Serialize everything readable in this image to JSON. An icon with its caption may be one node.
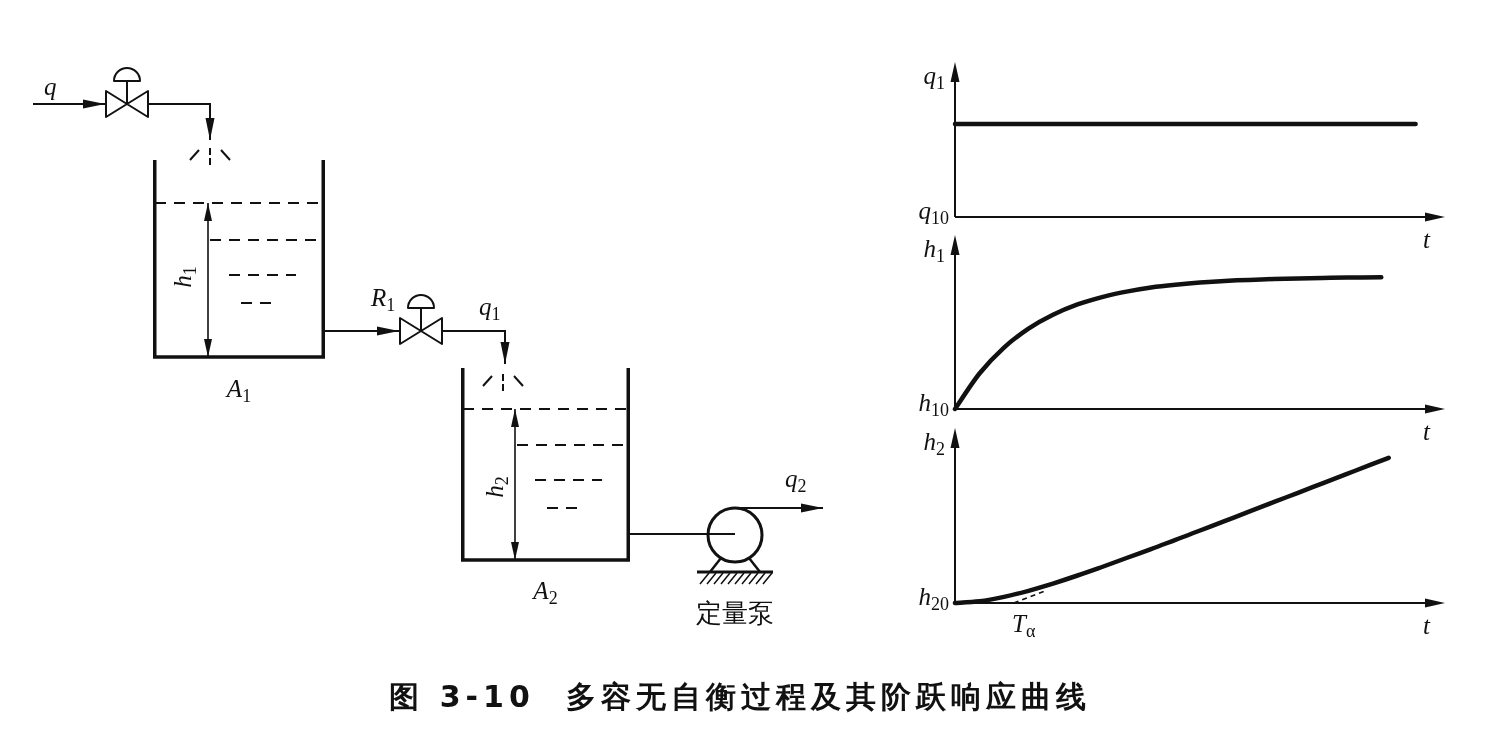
{
  "diagram": {
    "caption": "图 3-10  多容无自衡过程及其阶跃响应曲线",
    "nodes": [
      {
        "text": [],
        "shape": "valve"
      },
      {
        "text": [
          "A$_{1}$"
        ]
      },
      {
        "text": [],
        "shape": "valve",
        "beside": [
          "R$_{1}$"
        ]
      },
      {
        "text": [
          "A$_{2}$"
        ]
      },
      {
        "text": [
          "定量泵"
        ]
      }
    ],
    "edges": [
      {
        "from": null,
        "to": 0,
        "arrow": "to",
        "label": "q"
      },
      {
        "from": 0,
        "to": 1,
        "arrow": "to"
      },
      {
        "from": 1,
        "to": 2,
        "arrow": "to"
      },
      {
        "from": 2,
        "to": 3,
        "arrow": "to",
        "label": "q$_{1}$"
      },
      {
        "from": 3,
        "to": 4,
        "arrow": "none"
      },
      {
        "from": 4,
        "to": null,
        "arrow": "to",
        "label": "q$_{2}$"
      }
    ],
    "labels": [
      "h$_{1}$",
      "h$_{2}$",
      "q$_{1}$",
      "q$_{10}$",
      "t",
      "h$_{1}$",
      "h$_{10}$",
      "t",
      "h$_{2}$",
      "h$_{20}$",
      "T$_{α}$",
      "t"
    ]
  }
}
